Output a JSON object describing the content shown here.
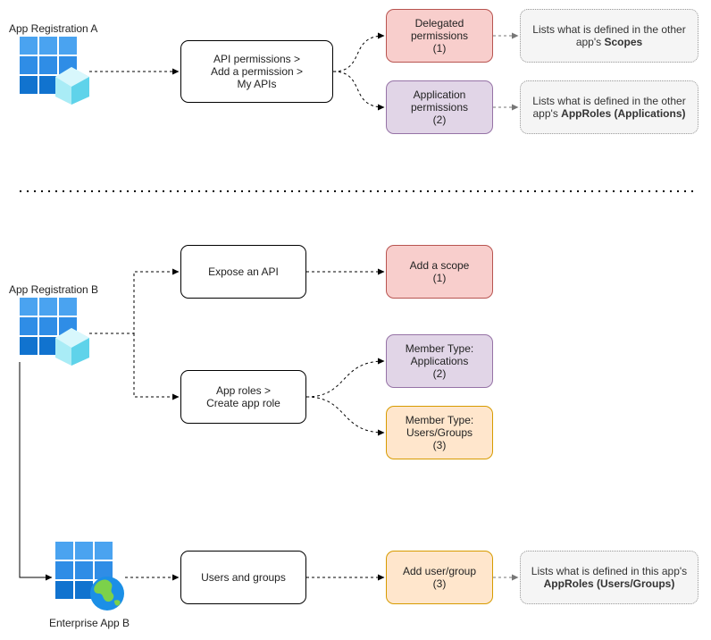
{
  "section_a": {
    "app_label": "App Registration A",
    "api_permissions": [
      "API permissions >",
      "Add a permission >",
      "My APIs"
    ],
    "delegated": [
      "Delegated",
      "permissions",
      "(1)"
    ],
    "application": [
      "Application",
      "permissions",
      "(2)"
    ],
    "delegated_note": {
      "line1": "Lists what is defined in the other",
      "prefix": "app's ",
      "bold": "Scopes"
    },
    "application_note": {
      "line1": "Lists what is defined in the other",
      "prefix": "app's ",
      "bold": "AppRoles (Applications)"
    }
  },
  "section_b": {
    "app_label": "App Registration B",
    "expose_api": "Expose an API",
    "add_scope": [
      "Add a scope",
      "(1)"
    ],
    "app_roles": [
      "App roles >",
      "Create app role"
    ],
    "member_apps": [
      "Member Type:",
      "Applications",
      "(2)"
    ],
    "member_users": [
      "Member Type:",
      "Users/Groups",
      "(3)"
    ],
    "enterprise_label": "Enterprise App B",
    "users_groups": "Users and groups",
    "add_user_group": [
      "Add user/group",
      "(3)"
    ],
    "users_note": {
      "line1": "Lists what is defined in this app's",
      "bold": "AppRoles (Users/Groups)"
    }
  },
  "colors": {
    "red_fill": "#f8cecc",
    "purple_fill": "#e1d5e7",
    "orange_fill": "#ffe6cc",
    "note_fill": "#f5f5f5",
    "azure_blue": "#0078d4"
  },
  "icons": [
    "app-registration-icon",
    "enterprise-app-icon"
  ]
}
